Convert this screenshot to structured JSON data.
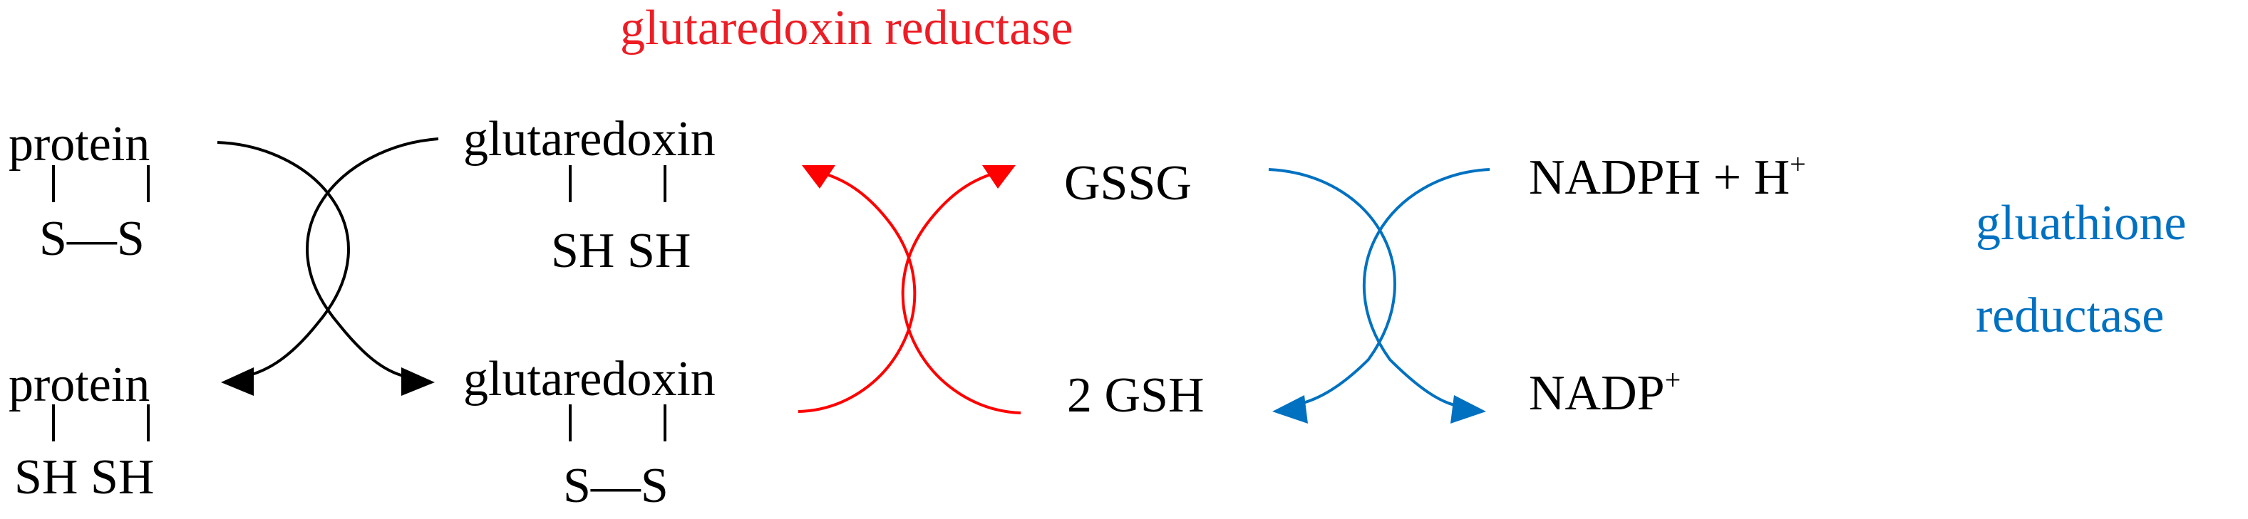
{
  "colors": {
    "text": "#000000",
    "redox_enzyme": "#ee1c24",
    "red_arrows": "#ff0000",
    "blue_enzyme": "#0071c1"
  },
  "enzymes": {
    "glutaredoxin_reductase": "glutaredoxin reductase",
    "glutathione_reductase_line1": "gluathione",
    "glutathione_reductase_line2": "reductase"
  },
  "species": {
    "protein_oxidized": {
      "name": "protein",
      "group": "S—S"
    },
    "protein_reduced": {
      "name": "protein",
      "group": "SH SH"
    },
    "glutaredoxin_reduced": {
      "name": "glutaredoxin",
      "group": "SH SH"
    },
    "glutaredoxin_oxidized": {
      "name": "glutaredoxin",
      "group": "S—S"
    },
    "gssg": "GSSG",
    "gsh": "2 GSH",
    "nadph": {
      "base": "NADPH + H",
      "sup": "+"
    },
    "nadp": {
      "base": "NADP",
      "sup": "+"
    }
  }
}
